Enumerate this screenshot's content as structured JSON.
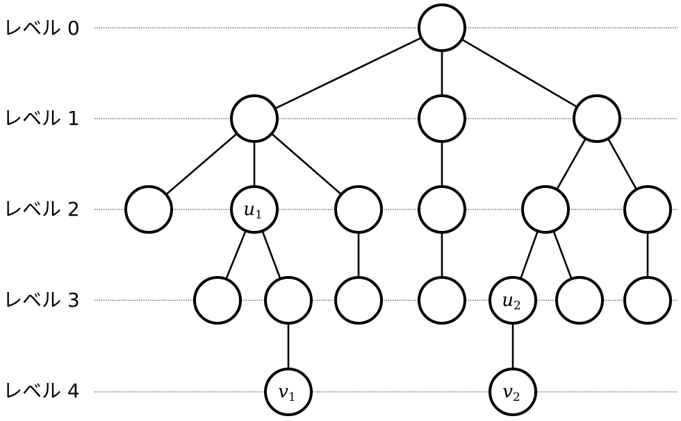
{
  "levels": [
    {
      "label": "レベル 0"
    },
    {
      "label": "レベル 1"
    },
    {
      "label": "レベル 2"
    },
    {
      "label": "レベル 3"
    },
    {
      "label": "レベル 4"
    }
  ],
  "nodes": [
    {
      "id": "root",
      "level": 0,
      "col": "c0"
    },
    {
      "id": "a",
      "level": 1,
      "col": "c1"
    },
    {
      "id": "b",
      "level": 1,
      "col": "c2"
    },
    {
      "id": "c",
      "level": 1,
      "col": "c3"
    },
    {
      "id": "a1",
      "level": 2,
      "col": "c4"
    },
    {
      "id": "u1",
      "level": 2,
      "col": "c5",
      "label": {
        "base": "u",
        "sub": "1"
      }
    },
    {
      "id": "a3",
      "level": 2,
      "col": "c6"
    },
    {
      "id": "b1",
      "level": 2,
      "col": "c2"
    },
    {
      "id": "c1",
      "level": 2,
      "col": "c7"
    },
    {
      "id": "c2",
      "level": 2,
      "col": "c8"
    },
    {
      "id": "u1a",
      "level": 3,
      "col": "c9"
    },
    {
      "id": "u1b",
      "level": 3,
      "col": "c10"
    },
    {
      "id": "a3a",
      "level": 3,
      "col": "c6"
    },
    {
      "id": "b1a",
      "level": 3,
      "col": "c2"
    },
    {
      "id": "u2",
      "level": 3,
      "col": "c11",
      "label": {
        "base": "u",
        "sub": "2"
      }
    },
    {
      "id": "c1b",
      "level": 3,
      "col": "c12"
    },
    {
      "id": "c2a",
      "level": 3,
      "col": "c8"
    },
    {
      "id": "v1",
      "level": 4,
      "col": "c10",
      "label": {
        "base": "v",
        "sub": "1"
      }
    },
    {
      "id": "v2",
      "level": 4,
      "col": "c11",
      "label": {
        "base": "v",
        "sub": "2"
      }
    }
  ],
  "edges": [
    [
      "root",
      "a"
    ],
    [
      "root",
      "b"
    ],
    [
      "root",
      "c"
    ],
    [
      "a",
      "a1"
    ],
    [
      "a",
      "u1"
    ],
    [
      "a",
      "a3"
    ],
    [
      "b",
      "b1"
    ],
    [
      "c",
      "c1"
    ],
    [
      "c",
      "c2"
    ],
    [
      "u1",
      "u1a"
    ],
    [
      "u1",
      "u1b"
    ],
    [
      "a3",
      "a3a"
    ],
    [
      "b1",
      "b1a"
    ],
    [
      "c1",
      "u2"
    ],
    [
      "c1",
      "c1b"
    ],
    [
      "c2",
      "c2a"
    ],
    [
      "u1b",
      "v1"
    ],
    [
      "u2",
      "v2"
    ]
  ]
}
